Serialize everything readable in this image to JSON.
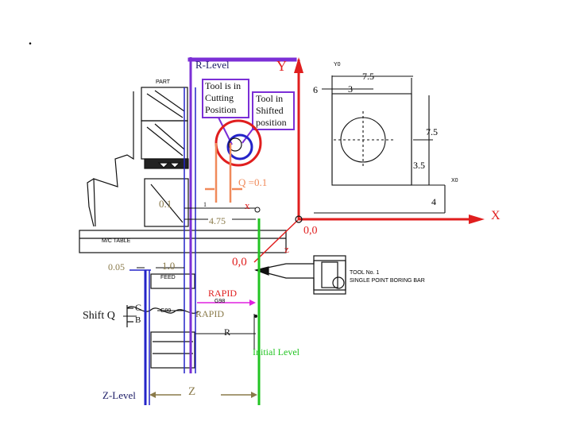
{
  "slide": {
    "bullet": "."
  },
  "labels": {
    "r_level": "R-Level",
    "tool_cutting": [
      "Tool is in",
      "Cutting",
      "Position"
    ],
    "tool_shifted": [
      "Tool in",
      "Shifted",
      "position"
    ],
    "y_axis": "Y",
    "x_axis": "X",
    "part": "PART",
    "mc_table": "M/C TABLE",
    "q_value": "Q =0.1",
    "dim_01": "0.1",
    "dim_475": "4.75",
    "x_small": "x",
    "origin_top": "0,0",
    "z_small": "z",
    "origin_bottom": "0,0",
    "dim_005": "0.05",
    "dim_10": "1.0",
    "feed": "FEED",
    "rapid_red": "RAPID",
    "g98": "G98",
    "g99": "G99",
    "rapid_plain": "RAPID",
    "shift_q": "Shift Q",
    "c": "C",
    "b": "B",
    "r": "R",
    "initial_level": "Initial Level",
    "z_level": "Z-Level",
    "z_dim": "Z",
    "dim_75_top": "7.5",
    "dim_3": "3",
    "dim_6": "6",
    "dim_75_right": "7.5",
    "dim_35": "3.5",
    "dim_4": "4",
    "y0": "Y0",
    "x0": "X0",
    "tool_no": "TOOL No. 1",
    "tool_desc": "SINGLE POINT BORING BAR",
    "dim_1": "1"
  },
  "colors": {
    "purple": "#7b2fd6",
    "blue": "#2323c8",
    "red": "#e01e1e",
    "green": "#22c422",
    "magenta": "#e020e0",
    "orange": "#f08a5a",
    "olive": "#8a7a4a",
    "navy": "#1b1b66"
  }
}
